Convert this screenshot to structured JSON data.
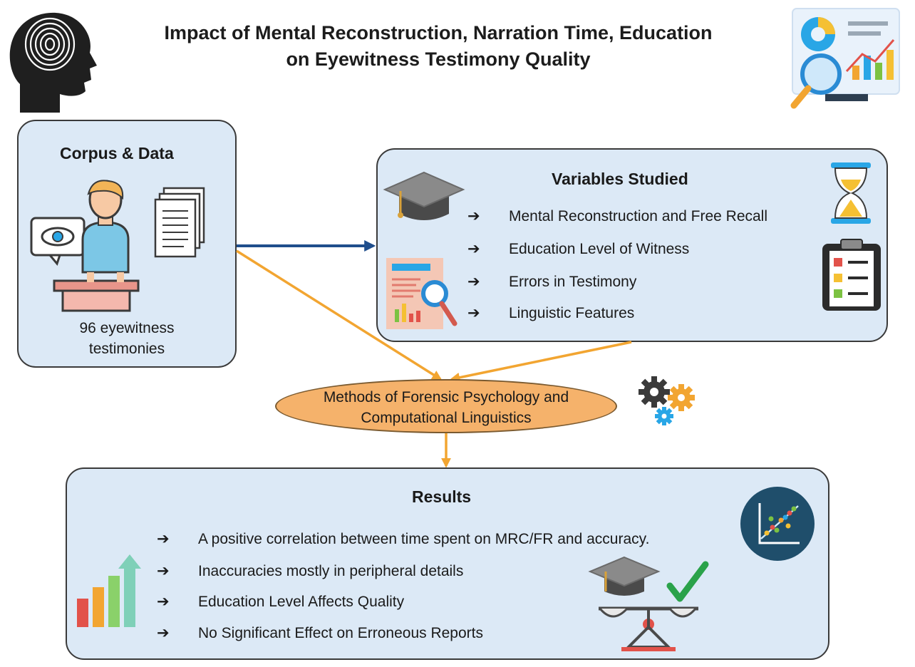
{
  "title_line1": "Impact of Mental Reconstruction, Narration Time, Education",
  "title_line2": "on Eyewitness Testimony Quality",
  "corpus": {
    "title": "Corpus & Data",
    "caption_line1": "96 eyewitness",
    "caption_line2": "testimonies"
  },
  "variables": {
    "title": "Variables Studied",
    "items": [
      "Mental Reconstruction and Free Recall",
      "Education Level of Witness",
      "Errors in Testimony",
      "Linguistic Features"
    ]
  },
  "methods": {
    "line1": "Methods of Forensic Psychology and",
    "line2": "Computational Linguistics"
  },
  "results": {
    "title": "Results",
    "items": [
      "A positive correlation between time spent on MRC/FR and accuracy.",
      "Inaccuracies mostly in peripheral details",
      "Education Level Affects Quality",
      "No Significant Effect on Erroneous Reports"
    ]
  },
  "bullet": "➔",
  "colors": {
    "panel_fill": "#dce9f6",
    "panel_border": "#3a3a3a",
    "methods_fill": "#f5b26b",
    "orange_arrow": "#f2a531",
    "blue_arrow": "#1f4e8c"
  },
  "icons": [
    "head-fingerprint-icon",
    "report-magnifier-icon",
    "witness-icon",
    "documents-icon",
    "graduation-cap-icon",
    "hourglass-icon",
    "clipboard-checklist-icon",
    "gears-icon",
    "scatter-plot-icon",
    "bar-growth-icon",
    "scale-check-icon"
  ]
}
